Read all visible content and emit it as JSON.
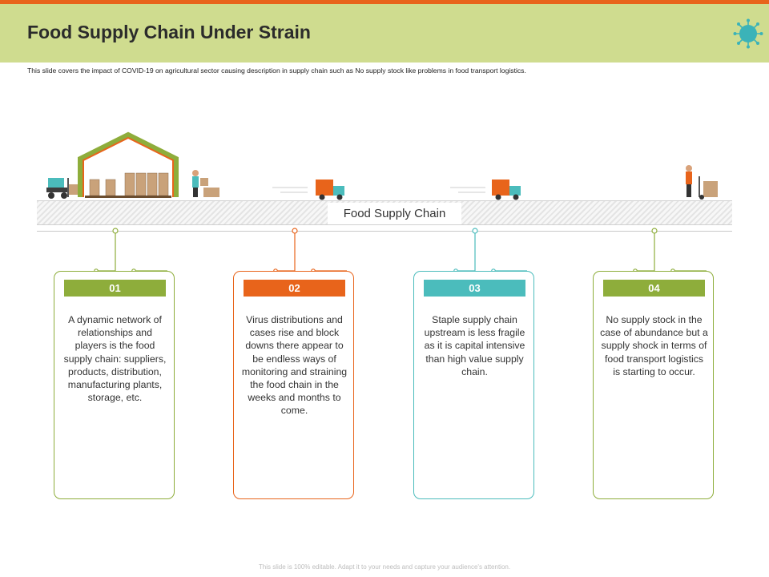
{
  "header": {
    "title": "Food Supply Chain Under Strain",
    "icon": "virus-icon"
  },
  "subtitle": "This slide covers the impact of COVID-19 on agricultural sector causing description in supply chain such as No supply stock like problems in food transport logistics.",
  "chain_label": "Food Supply Chain",
  "cards": [
    {
      "number": "01",
      "color": "#8ead3b",
      "text": "A dynamic network of relationships and players is the food supply chain: suppliers, products, distribution, manufacturing plants, storage, etc."
    },
    {
      "number": "02",
      "color": "#e8641b",
      "text": "Virus distributions and cases rise and block downs there appear to be endless ways of monitoring and straining the food chain in the weeks and months to come."
    },
    {
      "number": "03",
      "color": "#4bbcbc",
      "text": "Staple supply chain upstream is less fragile as it is capital intensive than high value supply chain."
    },
    {
      "number": "04",
      "color": "#8ead3b",
      "text": "No supply stock in the case of abundance but a supply shock in terms of food transport logistics is starting to occur."
    }
  ],
  "footer": "This slide is 100% editable. Adapt it to your needs and capture your audience's attention.",
  "colors": {
    "accent_orange": "#e8641b",
    "header_green": "#cfdc8f",
    "teal": "#4bbcbc",
    "green": "#8ead3b"
  }
}
